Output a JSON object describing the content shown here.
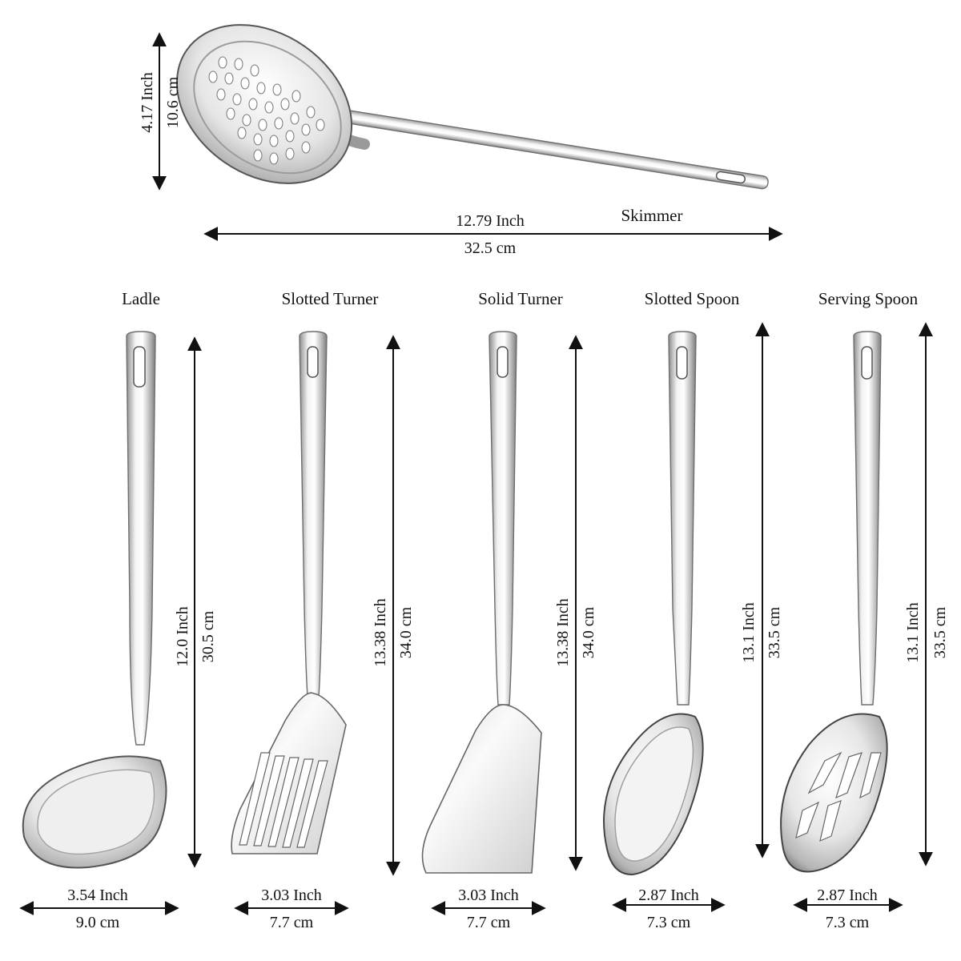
{
  "skimmer": {
    "name": "Skimmer",
    "length_in": "12.79 Inch",
    "length_cm": "32.5 cm",
    "width_in": "4.17 Inch",
    "width_cm": "10.6 cm"
  },
  "utensils": [
    {
      "name": "Ladle",
      "height_in": "12.0 Inch",
      "height_cm": "30.5 cm",
      "width_in": "3.54 Inch",
      "width_cm": "9.0 cm"
    },
    {
      "name": "Slotted Turner",
      "height_in": "13.38 Inch",
      "height_cm": "34.0 cm",
      "width_in": "3.03 Inch",
      "width_cm": "7.7 cm"
    },
    {
      "name": "Solid Turner",
      "height_in": "13.38 Inch",
      "height_cm": "34.0 cm",
      "width_in": "3.03 Inch",
      "width_cm": "7.7 cm"
    },
    {
      "name": "Slotted Spoon",
      "height_in": "13.1 Inch",
      "height_cm": "33.5 cm",
      "width_in": "2.87 Inch",
      "width_cm": "7.3 cm"
    },
    {
      "name": "Serving Spoon",
      "height_in": "13.1 Inch",
      "height_cm": "33.5 cm",
      "width_in": "2.87 Inch",
      "width_cm": "7.3 cm"
    }
  ],
  "colors": {
    "ink": "#111111",
    "metal_light": "#f4f4f4",
    "metal_mid": "#c9c9c9",
    "metal_dark": "#8a8a8a"
  }
}
